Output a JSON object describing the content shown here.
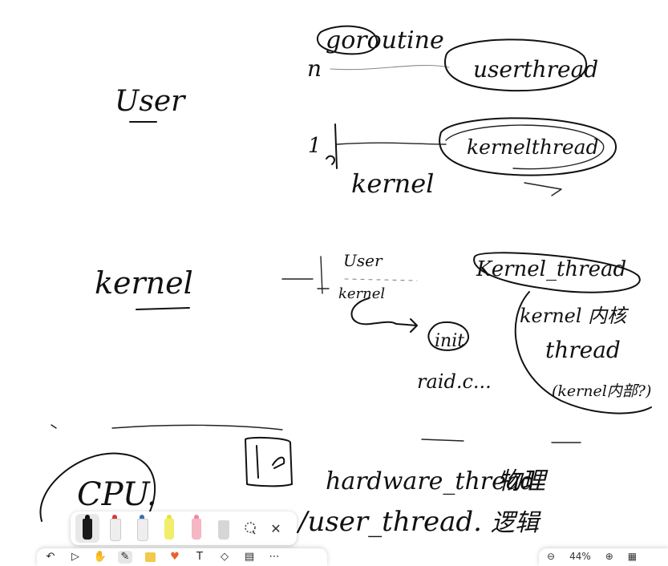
{
  "canvas": {
    "labels": {
      "goroutine": "goroutine",
      "n": "n",
      "user_thread_top": "userthread",
      "user_left": "User",
      "one": "1",
      "kernel_top": "kernel",
      "kernel_thread_top": "kernelthread",
      "kernel_left": "kernel",
      "user_mid": "User",
      "kernel_mid": "kernel",
      "init": "init",
      "raid": "raid.c...",
      "kernel_thread_mid": "Kernel_thread",
      "kernel_kz": "kernel 内核",
      "thread": "thread",
      "kernel_paren": "(kernel内部?)",
      "cpu": "CPU.",
      "hardware_thread": "hardware_thread",
      "wuli": "物理",
      "user_thread_bottom": "/user_thread.",
      "luoji": "逻辑"
    }
  },
  "pen_palette": {
    "pens": [
      {
        "name": "black-pen",
        "color": "#1a1a1a",
        "selected": true
      },
      {
        "name": "red-pen",
        "color": "#d63b3b",
        "selected": false
      },
      {
        "name": "blue-pen",
        "color": "#3d6fb8",
        "selected": false
      },
      {
        "name": "yellow-highlighter",
        "color": "#e8e23a",
        "selected": false
      },
      {
        "name": "pink-highlighter",
        "color": "#f08aa0",
        "selected": false
      },
      {
        "name": "eraser",
        "color": "#c8c8c8",
        "selected": false
      }
    ],
    "lasso_icon": "lasso-icon",
    "close_label": "✕"
  },
  "toolbar": {
    "undo": "↶",
    "select": "▷",
    "hand": "✋",
    "pen": "✎",
    "sticky": "▢",
    "shape": "♥",
    "text": "T",
    "more_shapes": "◇",
    "frame": "▤",
    "more": "⋯"
  },
  "zoom": {
    "zoom_out": "⊖",
    "level": "44%",
    "zoom_in": "⊕",
    "map": "▦"
  }
}
